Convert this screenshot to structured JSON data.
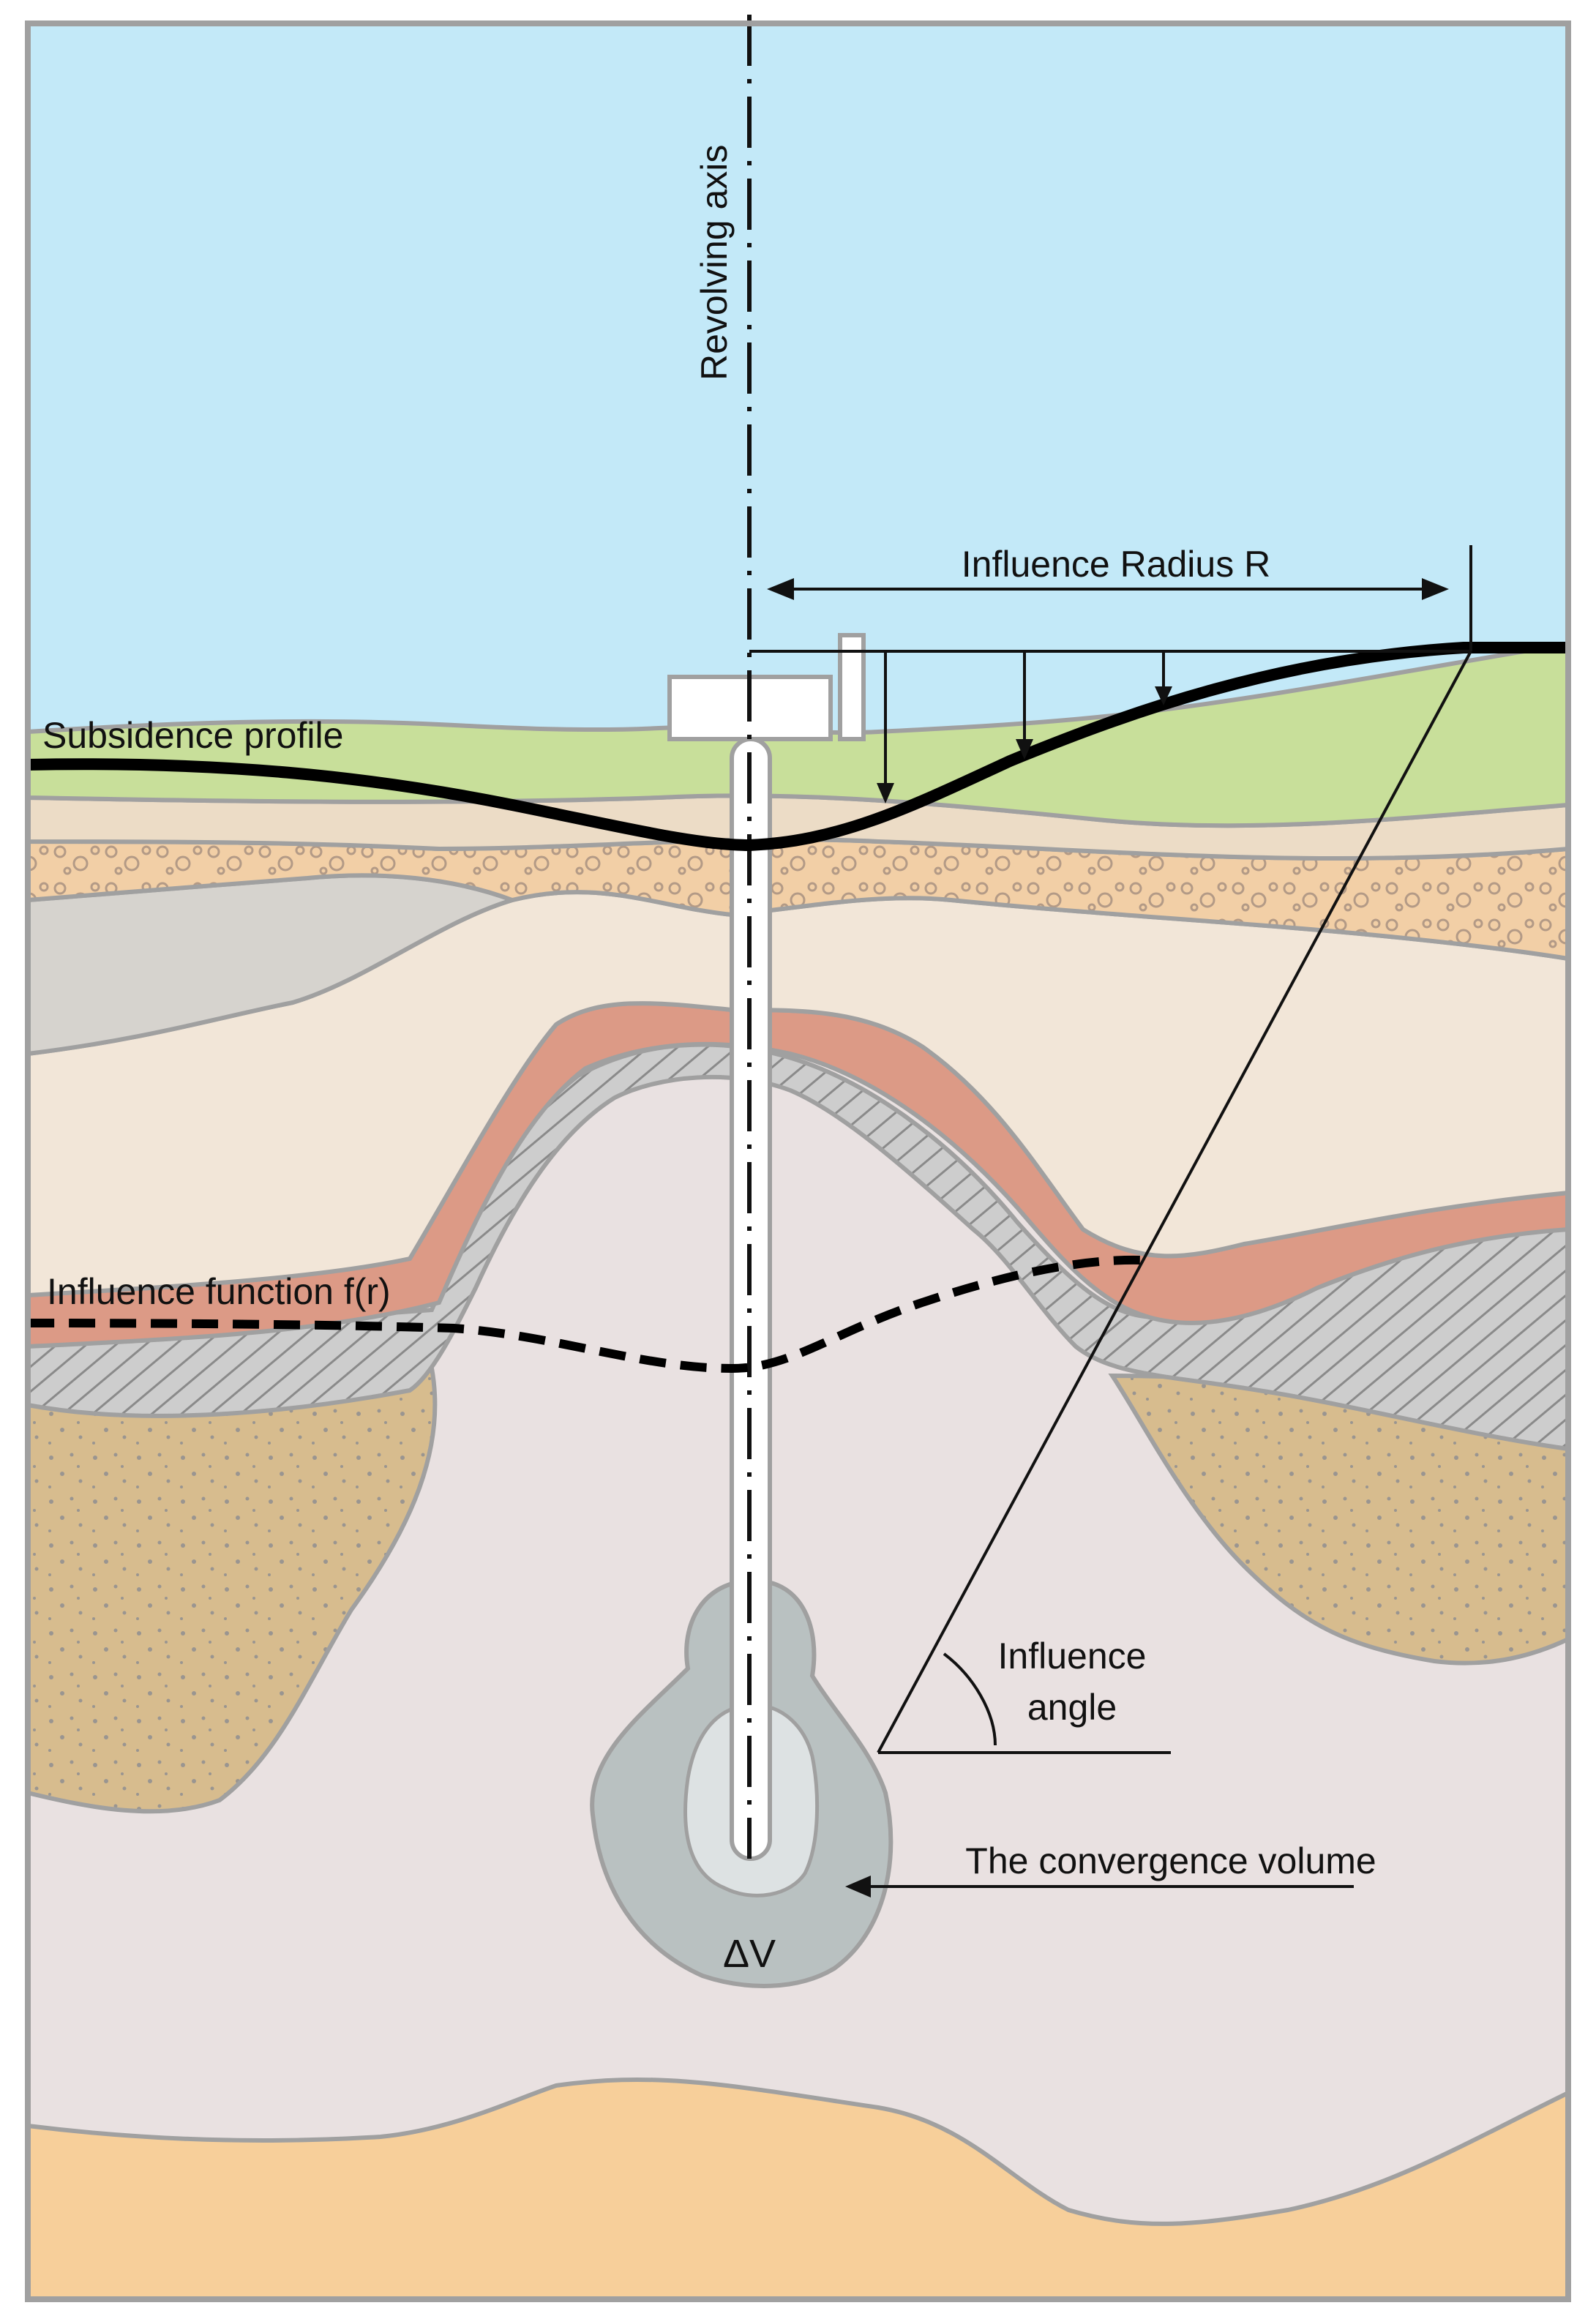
{
  "labels": {
    "revolving_axis": "Revolving axis",
    "influence_radius": "Influence Radius R",
    "subsidence_profile": "Subsidence profile",
    "influence_function": "Influence function f(r)",
    "influence_angle_line1": "Influence",
    "influence_angle_line2": "angle",
    "convergence_volume": "The convergence volume",
    "delta_v": "ΔV"
  },
  "colors": {
    "sky": "#c3e9f8",
    "grass": "#c8df9a",
    "topsoil": "#ecdcc6",
    "gravel": "#f2cfa6",
    "grey_layer": "#d6d3ce",
    "cream_rock": "#f2e6d8",
    "red_layer": "#dc9a86",
    "hatched_layer": "#c9c9c9",
    "sand_layer": "#d7bc8e",
    "salt": "#e9e1e1",
    "bottom_layer": "#f7cf9a",
    "cavern": "#b9c1c1",
    "cavern_inner": "#dde2e3",
    "outline": "#a0a0a0"
  }
}
